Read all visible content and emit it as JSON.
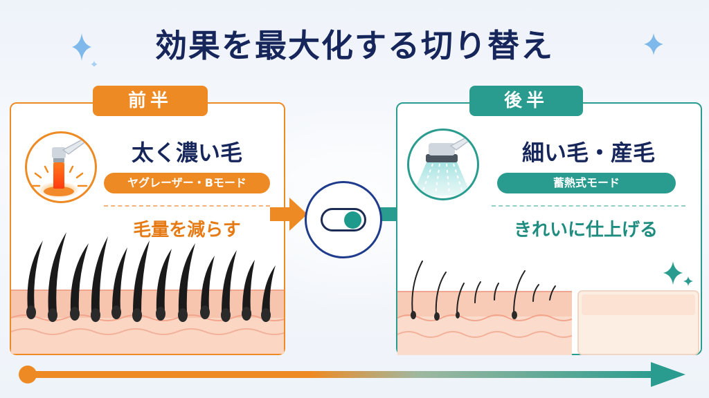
{
  "title": "効果を最大化する切り替え",
  "left": {
    "tab": "前半",
    "heading": "太く濃い毛",
    "mode": "ヤグレーザー・Bモード",
    "effect": "毛量を減らす",
    "icon": "laser-handpiece-icon",
    "color": "#ee8a24"
  },
  "right": {
    "tab": "後半",
    "heading": "細い毛・産毛",
    "mode": "蓄熱式モード",
    "effect": "きれいに仕上げる",
    "icon": "heat-storage-handpiece-icon",
    "color": "#2a9c8f"
  },
  "center": {
    "icon": "toggle-switch-icon",
    "color": "#1f3c8c"
  },
  "timeline": {
    "icon": "progress-arrow-icon"
  }
}
